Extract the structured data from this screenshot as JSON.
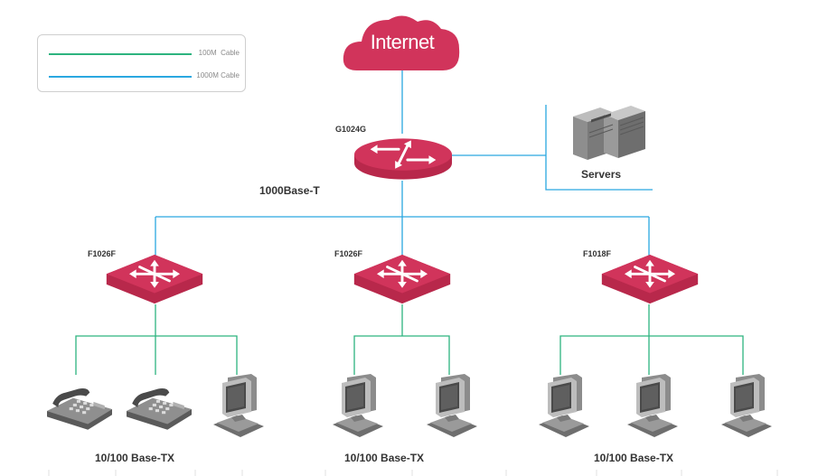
{
  "legend": {
    "items": [
      {
        "label": "100M  Cable",
        "color": "#2db37f"
      },
      {
        "label": "1000M Cable",
        "color": "#2aa7e0"
      }
    ]
  },
  "cloud": {
    "label": "Internet",
    "color": "#d1345b"
  },
  "core_switch": {
    "label": "G1024G",
    "color": "#d1345b"
  },
  "servers": {
    "label": "Servers"
  },
  "uplink_label": "1000Base-T",
  "access_switches": [
    {
      "label": "F1026F"
    },
    {
      "label": "F1026F"
    },
    {
      "label": "F1018F"
    }
  ],
  "groups": [
    {
      "label": "10/100 Base-TX",
      "devices": [
        "ip-phone",
        "ip-phone",
        "computer"
      ]
    },
    {
      "label": "10/100 Base-TX",
      "devices": [
        "computer",
        "computer"
      ]
    },
    {
      "label": "10/100 Base-TX",
      "devices": [
        "computer",
        "computer",
        "computer"
      ]
    }
  ]
}
